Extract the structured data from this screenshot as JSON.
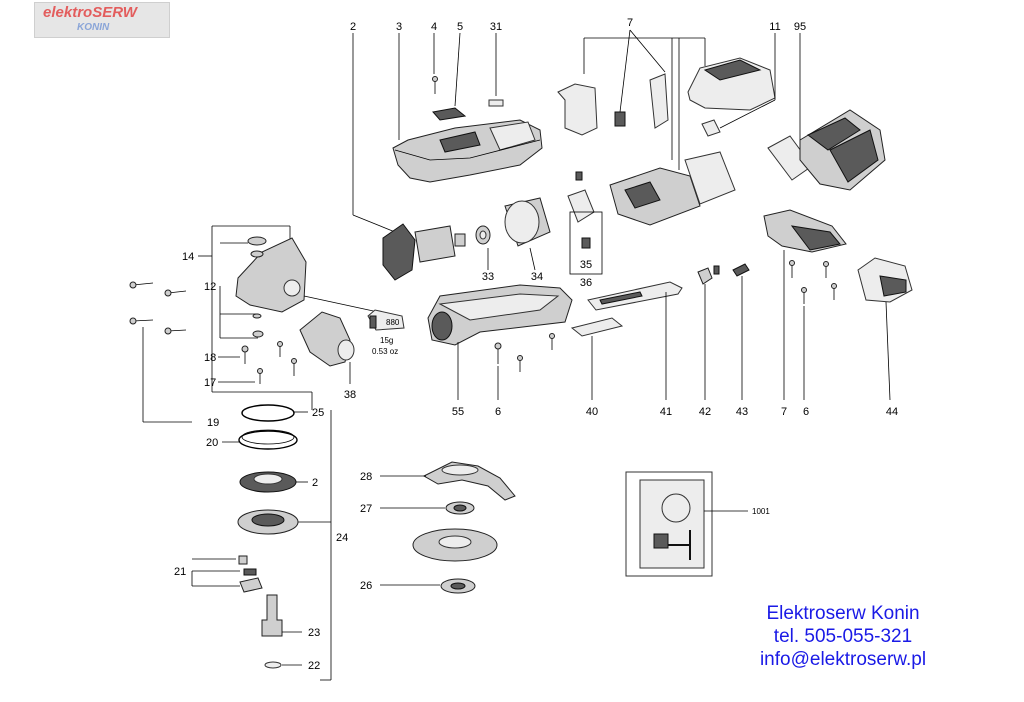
{
  "logo": {
    "line1": "elektroSERW",
    "line2": "KONIN"
  },
  "contact": {
    "name": "Elektroserw Konin",
    "phone": "tel. 505-055-321",
    "email": "info@elektroserw.pl"
  },
  "grease": {
    "code": "880",
    "weight": "15g",
    "ounces": "0.53  oz"
  },
  "part_labels": {
    "p2a": "2",
    "p3": "3",
    "p4": "4",
    "p5": "5",
    "p31": "31",
    "p7a": "7",
    "p11": "11",
    "p95": "95",
    "p14": "14",
    "p12": "12",
    "p18": "18",
    "p17": "17",
    "p19": "19",
    "p38": "38",
    "p33": "33",
    "p34": "34",
    "p35": "35",
    "p36": "36",
    "p55": "55",
    "p6a": "6",
    "p40": "40",
    "p41": "41",
    "p42": "42",
    "p43": "43",
    "p7b": "7",
    "p6b": "6",
    "p44": "44",
    "p25": "25",
    "p20": "20",
    "p2b": "2",
    "p24": "24",
    "p21": "21",
    "p23": "23",
    "p22": "22",
    "p28": "28",
    "p27": "27",
    "p26": "26",
    "p1001": "1001"
  }
}
